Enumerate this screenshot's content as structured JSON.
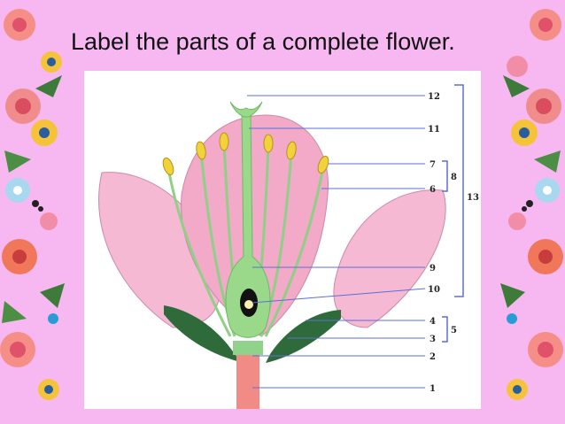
{
  "title": "Label the parts of a complete flower.",
  "labels": {
    "n1": "1",
    "n2": "2",
    "n3": "3",
    "n4": "4",
    "n5": "5",
    "n6": "6",
    "n7": "7",
    "n8": "8",
    "n9": "9",
    "n10": "10",
    "n11": "11",
    "n12": "12",
    "n13": "13"
  },
  "colors": {
    "background": "#f7b8f2",
    "petal": "#f6b9d4",
    "pistil": "#9ad98a",
    "sepal": "#2f6b3a",
    "anther": "#f2d23a",
    "leader_line": "#5b6fd6"
  }
}
